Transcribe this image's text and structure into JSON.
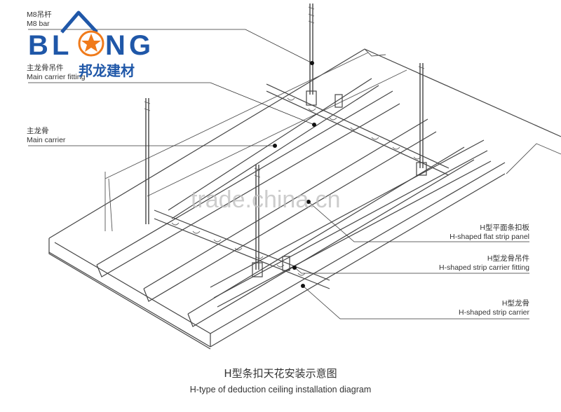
{
  "logo": {
    "brand_letters": [
      "B",
      "L",
      "O",
      "N",
      "G"
    ],
    "chinese": "邦龙建材",
    "colors": {
      "blue": "#1f57a8",
      "orange": "#f07a1a"
    }
  },
  "watermark": "trade.china.cn",
  "labels": {
    "m8_bar_cn": "M8吊杆",
    "m8_bar_en": "M8 bar",
    "main_fitting_cn": "主龙骨吊件",
    "main_fitting_en": "Main carrier fitting",
    "main_carrier_cn": "主龙骨",
    "main_carrier_en": "Main carrier",
    "panel_cn": "H型平面条扣板",
    "panel_en": "H-shaped flat strip panel",
    "strip_fitting_cn": "H型龙骨吊件",
    "strip_fitting_en": "H-shaped strip carrier fitting",
    "strip_carrier_cn": "H型龙骨",
    "strip_carrier_en": "H-shaped strip carrier"
  },
  "caption": {
    "cn": "H型条扣天花安装示意图",
    "en": "H-type of deduction ceiling installation diagram"
  }
}
